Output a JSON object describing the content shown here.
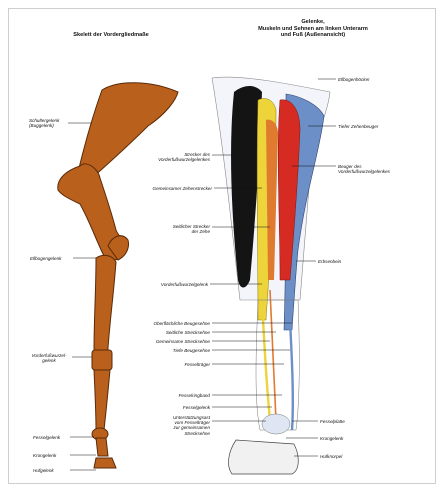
{
  "left_title": "Skelett der Vordergliedmaße",
  "right_title": [
    "Gelenke,",
    "Muskeln und Sehnen am linken Unterarm",
    "und Fuß (Außenansicht)"
  ],
  "left_labels": {
    "schulter": [
      "Schultergelenk",
      "(Buggelenk)"
    ],
    "ellbogen": "Ellbogengelenk",
    "vorderfusswurzel": [
      "Vorderfußwurzel-",
      "gelenk"
    ],
    "fessel": "Fesselgelenk",
    "kron": "Krongelenk",
    "huf": "Hufgelenk"
  },
  "right_labels": {
    "ellbogenhoecker": "Ellbogenhöcker",
    "tiefer_beuger": "Tiefer Zehenbeuger",
    "strecker_vfw": [
      "Strecker des",
      "Vorderfußwurzelgelenkes"
    ],
    "gemeinsamer_strecker": "Gemeinsamer Zehenstrecker",
    "beuger_vfw": [
      "Beuger des",
      "Vorderfußwurzelgelenkes"
    ],
    "seitlicher_strecker": [
      "Seitlicher Strecker",
      "der Zehe"
    ],
    "erbsenbein": "Erbsenbein",
    "vfw_gelenk": "Vorderfußwurzelgelenk",
    "oberfl_beugesehne": "Oberflächliche Beugesehne",
    "seitl_strecksehne": "Seitliche Strecksehne",
    "gem_strecksehne": "Gemeinsame Strecksehne",
    "tiefe_beugesehne": "Tiefe Beugesehne",
    "fesseltraeger": "Fesselträger",
    "fesselringband": "Fesselringband",
    "fesselgelenk": "Fesselgelenk",
    "unterstuetzung": [
      "Unterstützungsast",
      "vom Fesselträger",
      "zur gemeinsamen",
      "Strecksehne"
    ],
    "fesselplatte": "Fesselplatte",
    "krongelenk": "Krongelenk",
    "hufknorpel": "Hufknorpel"
  },
  "colors": {
    "bone": "#b8601c",
    "bone_outline": "#5a2a08",
    "black_muscle": "#141414",
    "yellow_muscle": "#ecd43a",
    "red_muscle": "#d52b22",
    "blue_muscle": "#6b8fc6",
    "orange_muscle": "#e07a2e"
  }
}
